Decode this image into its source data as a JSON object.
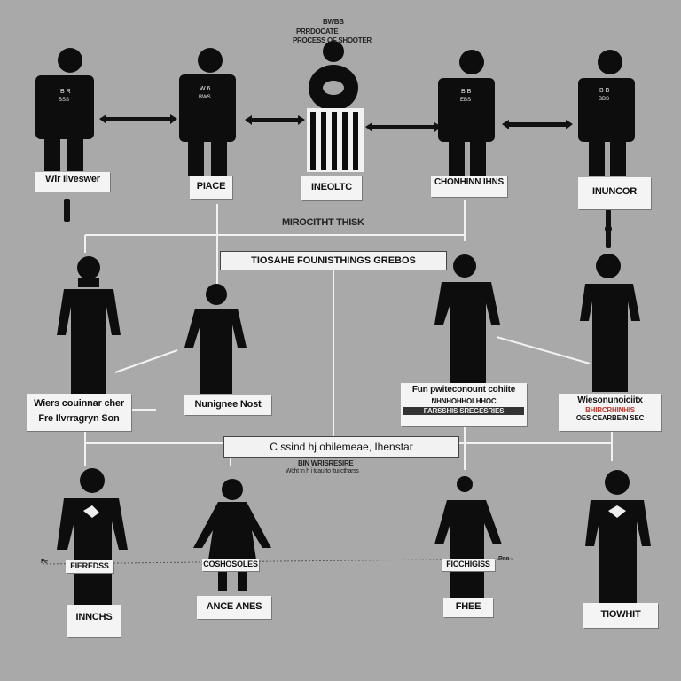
{
  "header": {
    "lines": [
      "BWBB",
      "PRRDOCATE",
      "PROCESS OF SHOOTER"
    ]
  },
  "center_title": "MIROCITHT THISK",
  "banners": {
    "upper": "TIOSAHE FOUNISTHINGS GREBOS",
    "lower": "C ssind hj ohilemeae, Ihenstar",
    "lower_sub1": "BIN WRISRESIRE",
    "lower_sub2": "Wcht tn h i tcaurto ttui ctharss"
  },
  "row1": [
    {
      "label": "Wir Ilveswer",
      "shirt": "B R\nBSS"
    },
    {
      "label": "PIACE",
      "shirt": "W 6\nBWS"
    },
    {
      "label": "INEOLTC",
      "shirt": ""
    },
    {
      "label": "CHONHINN IHNS",
      "shirt": "B B\nEBS"
    },
    {
      "label": "INUNCOR",
      "shirt": "B B\nBBS"
    }
  ],
  "row2": [
    {
      "label_line1": "Wiers couinnar cher",
      "label_line2": "Fre Ilvrragryn Son"
    },
    {
      "label": "Nunignee Nost"
    },
    {
      "label_line1": "Fun pwiteconount cohiite",
      "label_line2": "NHNHOHHOLHHOC",
      "label_line3": "FARSSHIS SREGESRIES"
    },
    {
      "label_line1": "Wiesonunoiciitx",
      "label_line2": "BHIRCRHINHIS",
      "label_line3": "OES CEARBEIN SEC"
    }
  ],
  "row3": [
    {
      "chest": "FIEREDSS",
      "label": "INNCHS"
    },
    {
      "chest": "COSHOSOLES",
      "label": "ANCE ANES"
    },
    {
      "chest": "FICCHIGISS",
      "label": "FHEE"
    },
    {
      "chest": "",
      "label": "TIOWHIT"
    }
  ],
  "free_text": {
    "left": "Fe",
    "right": "Pon"
  },
  "colors": {
    "background": "#a9a9a9",
    "figure": "#0d0d0d",
    "label_bg": "#f4f4f4",
    "accent_red": "#c0392b"
  }
}
